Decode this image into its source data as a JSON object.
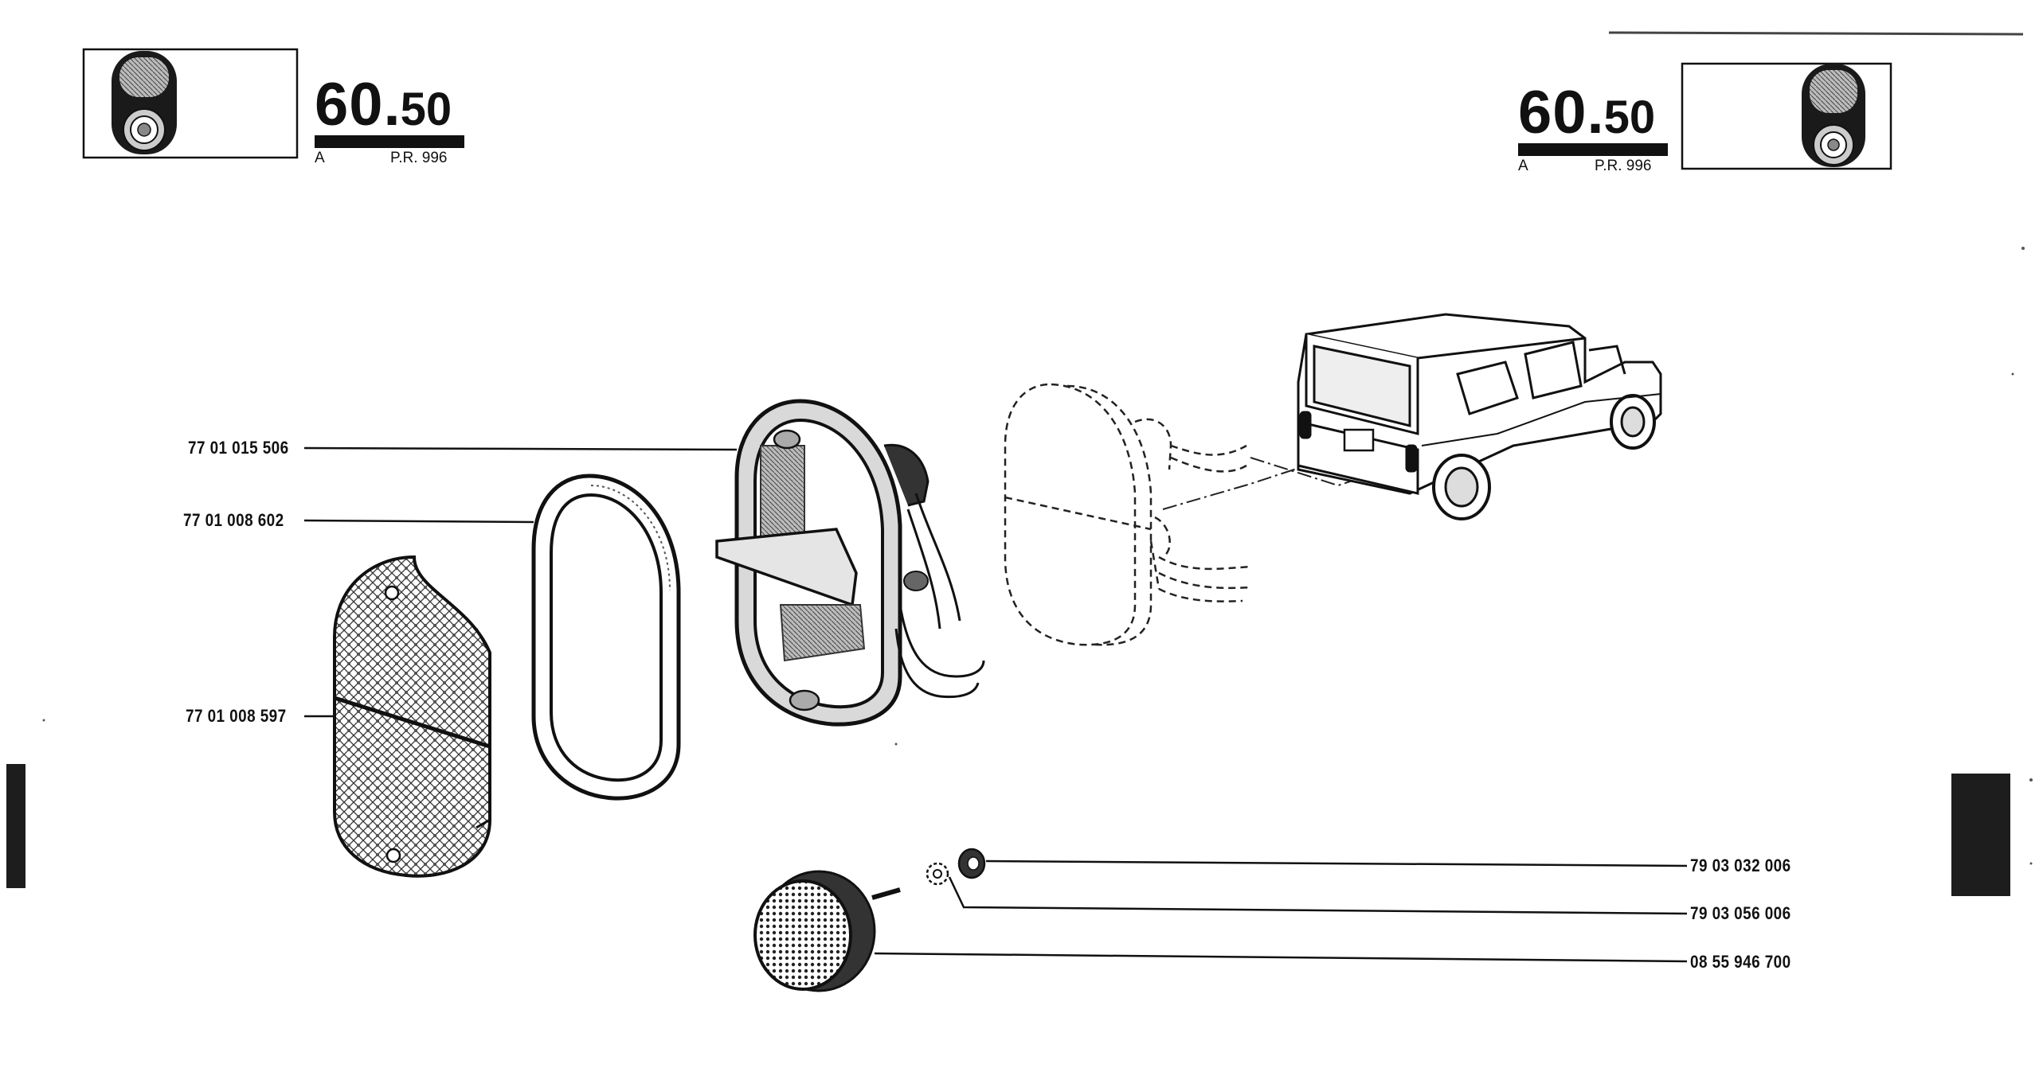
{
  "header_left": {
    "section_major": "60",
    "section_minor": "50",
    "variant": "A",
    "ref": "P.R. 996"
  },
  "header_right": {
    "section_major": "60",
    "section_minor": "50",
    "variant": "A",
    "ref": "P.R. 996"
  },
  "parts": [
    {
      "part_number": "77 01 015 506"
    },
    {
      "part_number": "77 01 008 602"
    },
    {
      "part_number": "77 01 008 597"
    },
    {
      "part_number": "79 03 032 006"
    },
    {
      "part_number": "79 03 056 006"
    },
    {
      "part_number": "08 55 946 700"
    }
  ],
  "colors": {
    "ink": "#111111",
    "tab": "#1d1d1d",
    "paper": "#ffffff"
  }
}
